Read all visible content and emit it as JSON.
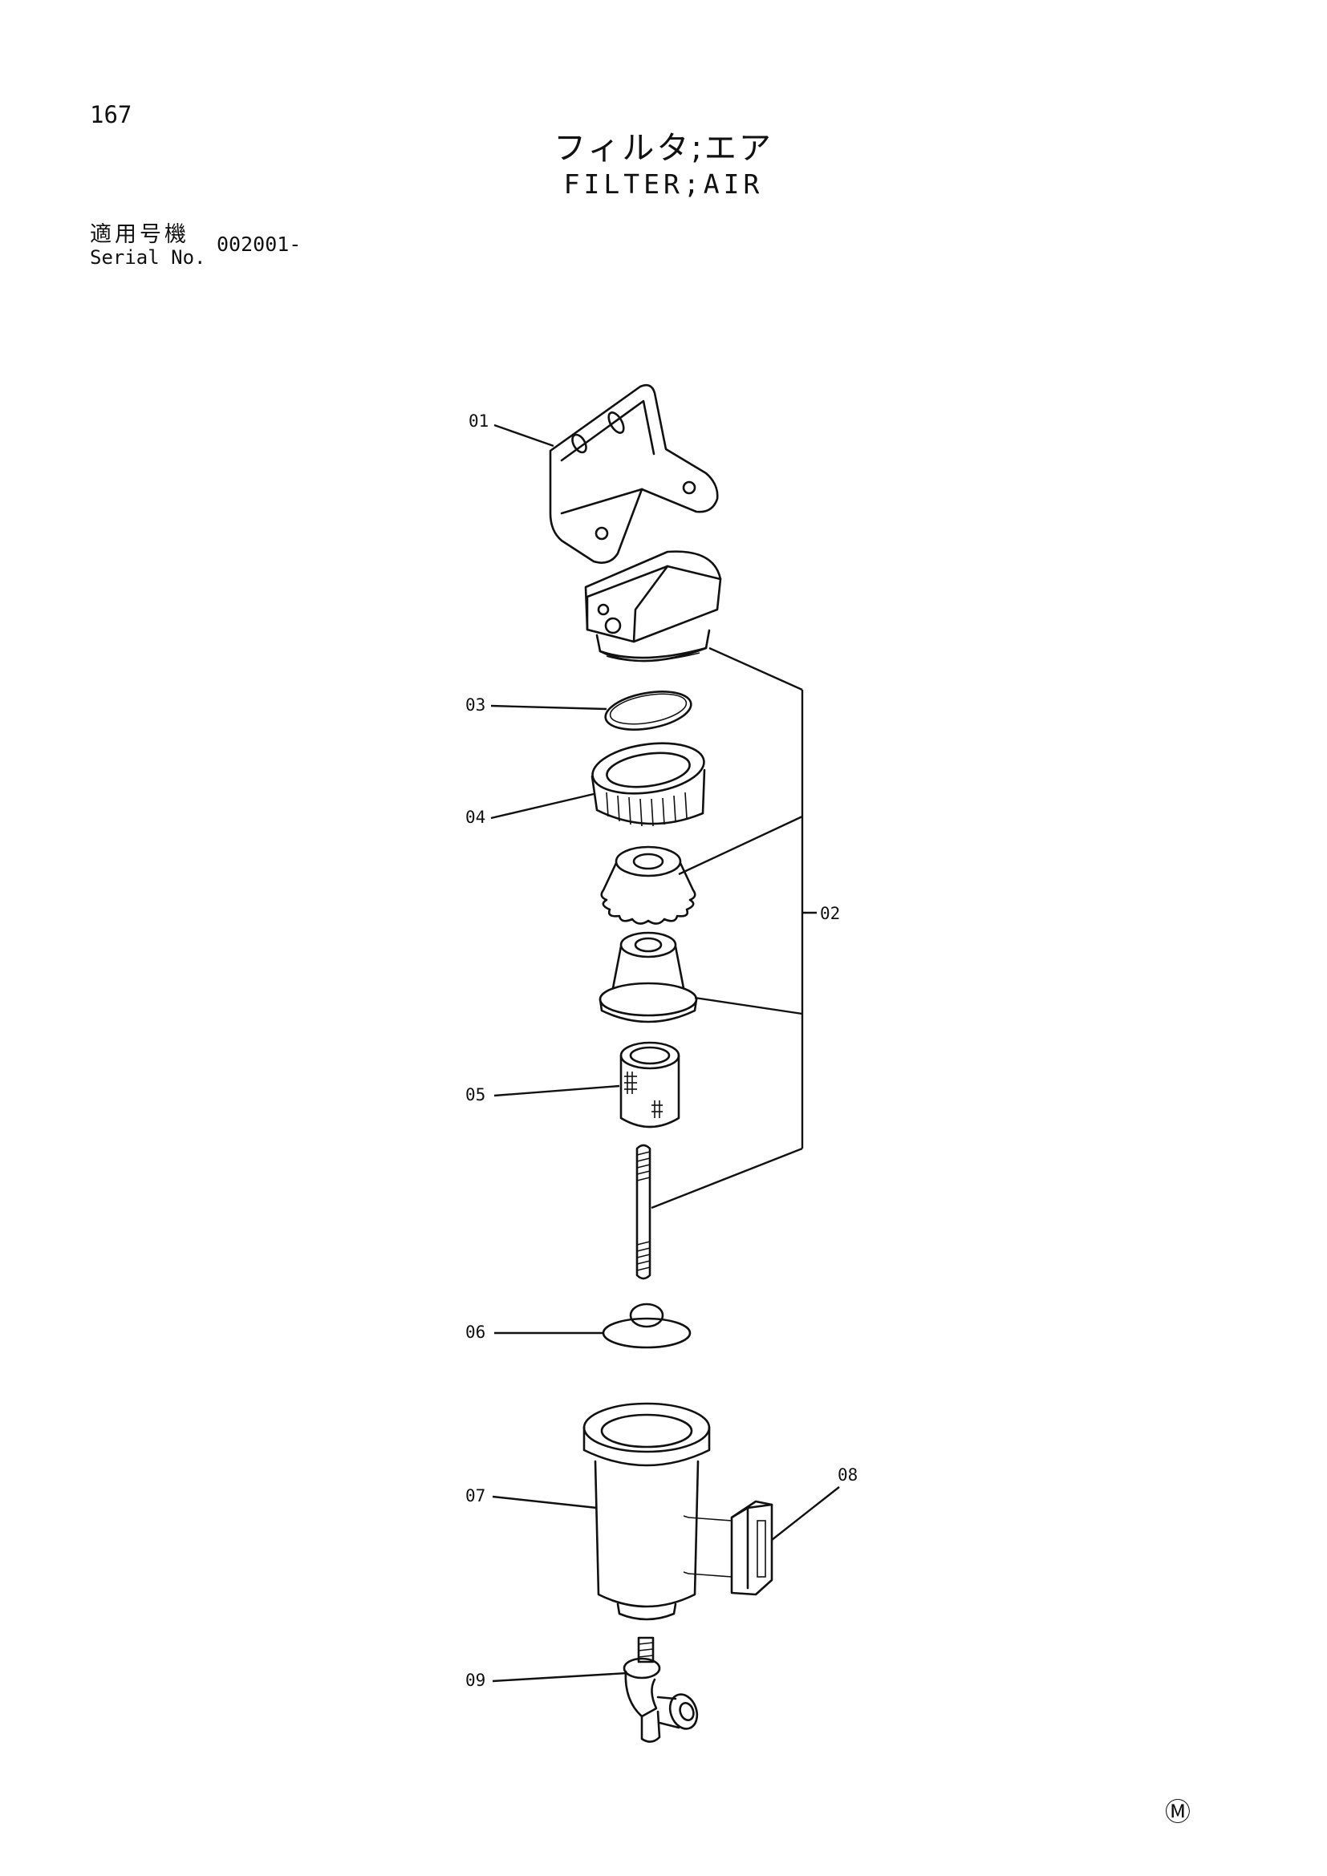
{
  "page_number": "167",
  "title_jp": "フィルタ;エア",
  "title_en": "FILTER;AIR",
  "serial": {
    "label_jp": "適用号機",
    "label_en": "Serial No.",
    "value": "002001-"
  },
  "callouts": {
    "p01": "01",
    "p02": "02",
    "p03": "03",
    "p04": "04",
    "p05": "05",
    "p06": "06",
    "p07": "07",
    "p08": "08",
    "p09": "09"
  },
  "mark": "Ⓜ"
}
